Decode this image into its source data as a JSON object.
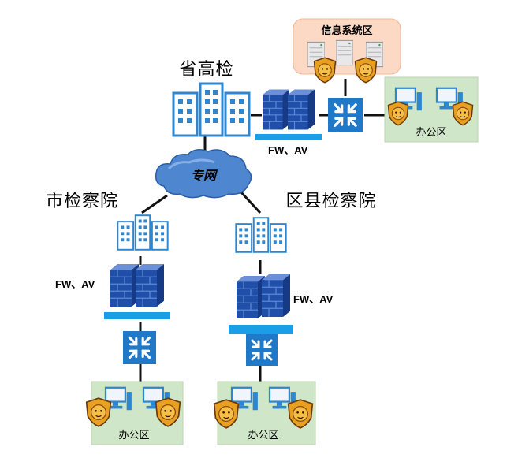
{
  "nodes": {
    "provincial": {
      "label": "省高检"
    },
    "city": {
      "label": "市检察院"
    },
    "county": {
      "label": "区县检察院"
    },
    "network": {
      "label": "专网"
    },
    "info_zone": {
      "label": "信息系统区"
    }
  },
  "firewall_labels": {
    "provincial": "FW、AV",
    "city": "FW、AV",
    "county": "FW、AV"
  },
  "office_zones": {
    "provincial": "办公区",
    "city": "办公区",
    "county": "办公区"
  },
  "colors": {
    "building": "#2f86d0",
    "firewall": "#1f4fa8",
    "switch": "#1f78c8",
    "office_bg": "#cfe6c8",
    "info_bg": "#fcd9c4",
    "fw_text": "#e8202a",
    "bar": "#1a9ee8"
  },
  "icons": [
    "building-icon",
    "firewall-icon",
    "switch-icon",
    "cloud-icon",
    "server-icon",
    "computer-icon",
    "antivirus-shield-icon"
  ]
}
